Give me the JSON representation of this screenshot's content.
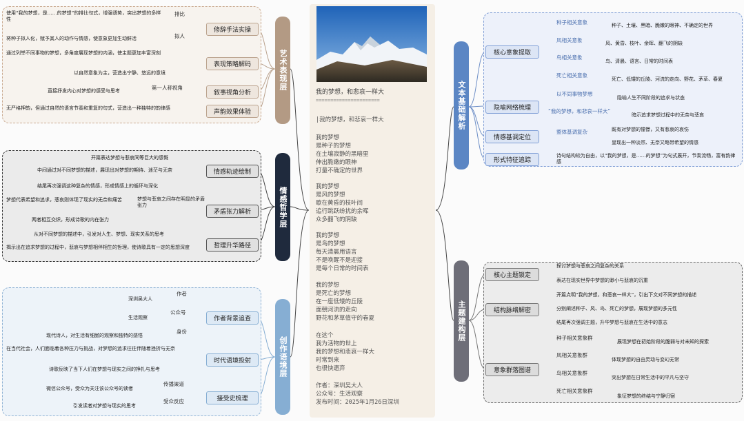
{
  "center": {
    "title": "我的梦想，和悲哀一样大",
    "underline": "======================",
    "subtitle": "|我的梦想，和悲哀一样大",
    "poem": [
      "我的梦想\n是种子的梦想\n在土壤寂静的黑暗里\n伸出脆嫩的眼神\n打量不确定的世界",
      "我的梦想\n是风的梦想\n歇在黄昏的枝叶间\n追行跳跃纷扰的余晖\n众多翻飞的阴缺",
      "我的梦想\n是鸟的梦想\n每天清晨用语言\n不是唤醒不是迎接\n是每个日常的时间表",
      "我的梦想\n是死亡的梦想\n在一座低矮的丘陵\n面朝河流的走向\n野花和茅草值守的春夏",
      "在这个\n我为活物的世上\n我的梦想和悲哀一样大\n时常到来\n也很快遗弃"
    ],
    "author": "作者：深圳吴大人",
    "account": "公众号：生活观察",
    "date": "发布时间：2025年1月26日深圳"
  },
  "left": {
    "art": {
      "title": "艺术表现层",
      "subs": [
        "修辞手法实操",
        "表现策略解码",
        "叙事视角分析",
        "声韵效果体验"
      ],
      "labels": [
        "排比",
        "拟人",
        "第一人称视角"
      ],
      "texts": [
        "使用“我的梦想，是……的梦想”的排比句式，增强语势，突出梦想的多样性",
        "将种子拟人化，赋予其人的动作与情感，使意象更加生动鲜活",
        "通过列举不同事物的梦想，多角度展现梦想的内涵，使主题更加丰富深刻",
        "以自然意象为主，营造出宁静、悠远的意境",
        "直接抒发内心对梦想的感受与思考",
        "无严格押韵，但通过自然的语言节奏和重复的句式，营造出一种独特的韵律感"
      ]
    },
    "emotion": {
      "title": "情感哲学层",
      "subs": [
        "情感轨迹绘制",
        "矛盾张力解析",
        "哲理升华路径"
      ],
      "texts": [
        "开篇表达梦想与悲哀同等巨大的感慨",
        "中间通过对不同梦想的描述，展现出对梦想的期待、迷茫与无奈",
        "结尾再次强调这种复杂的情感，形成情感上的循环与深化",
        "梦想代表希望和追求，悲哀则体现了现实的无奈和痛苦",
        "梦想与悲哀之间存在明显的矛盾张力",
        "两者相互交织，形成诗歌的内在张力",
        "从对不同梦想的描述中，引发对人生、梦想、现实关系的思考",
        "揭示出在追求梦想的过程中，悲哀与梦想相伴相生的哲理，使诗歌具有一定的思想深度"
      ]
    },
    "creation": {
      "title": "创作语境层",
      "subs": [
        "作者背景追查",
        "时代语境投射",
        "接受史梳理"
      ],
      "labels": [
        "作者",
        "公众号",
        "身份",
        "传播渠道",
        "受众反应"
      ],
      "texts": [
        "深圳吴大人",
        "生活观察",
        "现代诗人，对生活有细腻的观察和独特的感悟",
        "在当代社会，人们面临着各种压力与挑战，对梦想的追求往往伴随着挫折与无奈",
        "诗歌反映了当下人们在梦想与现实之间的挣扎与思考",
        "微信公众号，受众为关注该公众号的读者",
        "引发读者对梦想与现实的思考"
      ]
    }
  },
  "right": {
    "text": {
      "title": "文本基础解析",
      "subs": [
        "核心意象提取",
        "隐喻网络梳理",
        "情感基调定位",
        "形式特征追踪"
      ],
      "nodes": [
        "种子相关意象",
        "风相关意象",
        "鸟相关意象",
        "死亡相关意象",
        "以不同事物梦想",
        "“我的梦想，和悲哀一样大”",
        "整体基调复杂"
      ],
      "texts": [
        "种子、土壤、黑暗、脆嫩的眼神、不确定的世界",
        "风、黄昏、枝叶、余晖、翻飞的阴缺",
        "鸟、清晨、语言、日常的时间表",
        "死亡、低矮的丘陵、河流的走向、野花、茅草、春夏",
        "隐喻人生不同阶段的追求与状态",
        "暗示追求梦想过程中的无奈与悲哀",
        "既有对梦想的憧憬，又有悲哀的哀伤",
        "呈现出一种淡然、无奈又略带希望的情感",
        "诗句结构较为自由，以“我的梦想，是……的梦想”为句式展开，节奏流畅，富有韵律感"
      ]
    },
    "theme": {
      "title": "主题建构层",
      "subs": [
        "核心主题锁定",
        "结构脉络解密",
        "意象群落图谱"
      ],
      "nodes": [
        "种子相关意象群",
        "风相关意象群",
        "鸟相关意象群",
        "死亡相关意象群"
      ],
      "texts": [
        "探讨梦想与悲哀之间复杂的关系",
        "表达在现实世界中梦想的渺小与悲哀的沉重",
        "开篇点明“我的梦想，和悲哀一样大”，引出下文对不同梦想的描述",
        "分别阐述种子、风、鸟、死亡的梦想，展现梦想的多元性",
        "结尾再次强调主题，升华梦想与悲哀在生活中的意志",
        "展现梦想在初始阶段的脆弱与对未知的探索",
        "体现梦想的自由灵动与变幻无常",
        "突出梦想在日常生活中的平凡与坚守",
        "象征梦想的终结与宁静归宿"
      ]
    }
  },
  "colors": {
    "art": "#b39a84",
    "emotion": "#1f2a3d",
    "creation": "#86aed3",
    "text": "#5b86c4",
    "theme": "#6e6e78"
  }
}
